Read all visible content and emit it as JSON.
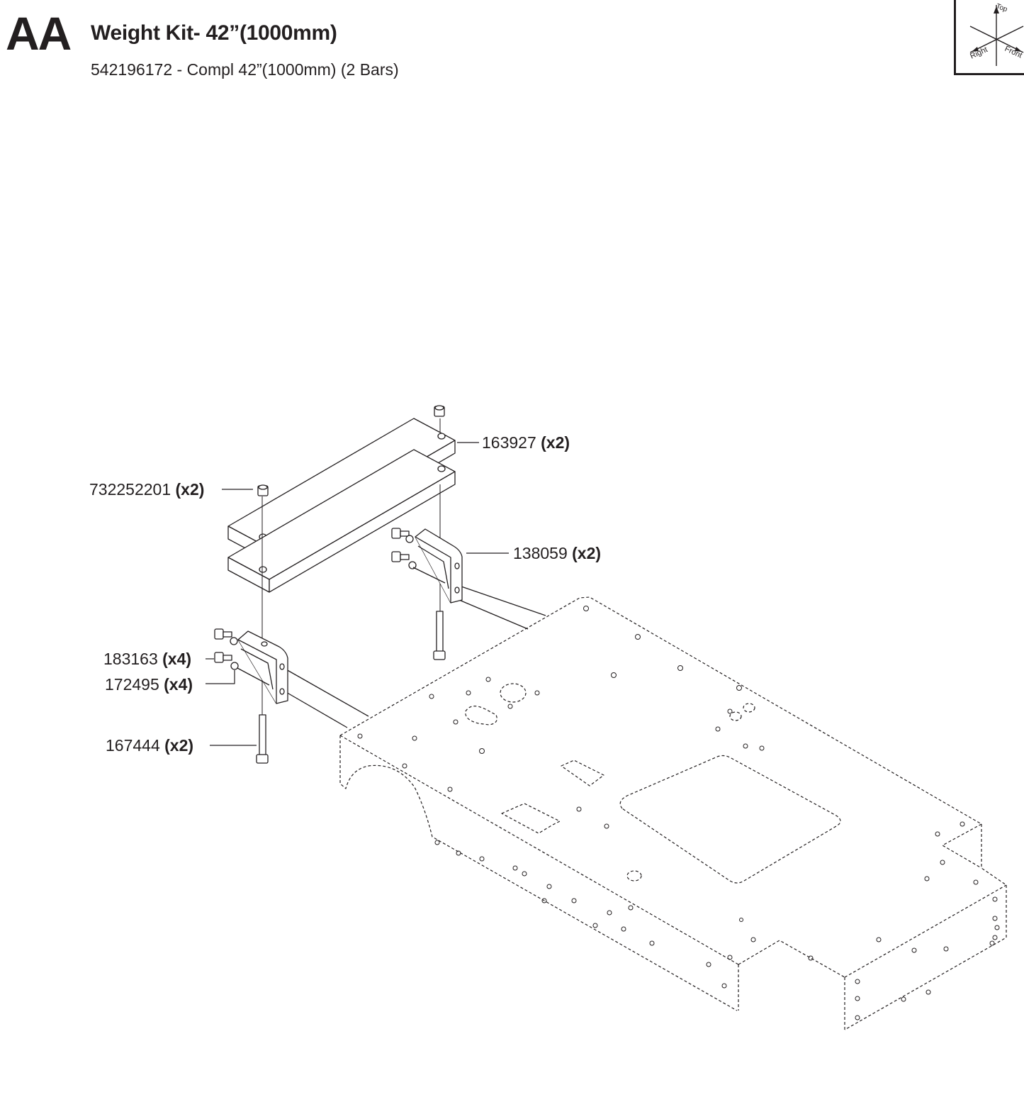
{
  "header": {
    "section_code": "AA",
    "title": "Weight Kit- 42”(1000mm)",
    "subtitle": "542196172 - Compl 42”(1000mm) (2 Bars)"
  },
  "orientation_icon": {
    "labels": {
      "top": "Top",
      "right": "Right",
      "front": "Front"
    }
  },
  "callouts": [
    {
      "part_number": "163927",
      "qty": "(x2)",
      "part": "weight-bar"
    },
    {
      "part_number": "732252201",
      "qty": "(x2)",
      "part": "nut"
    },
    {
      "part_number": "138059",
      "qty": "(x2)",
      "part": "bracket"
    },
    {
      "part_number": "183163",
      "qty": "(x4)",
      "part": "bolt"
    },
    {
      "part_number": "172495",
      "qty": "(x4)",
      "part": "washer"
    },
    {
      "part_number": "167444",
      "qty": "(x2)",
      "part": "long-bolt"
    }
  ],
  "colors": {
    "ink": "#231f20",
    "background": "#ffffff"
  }
}
